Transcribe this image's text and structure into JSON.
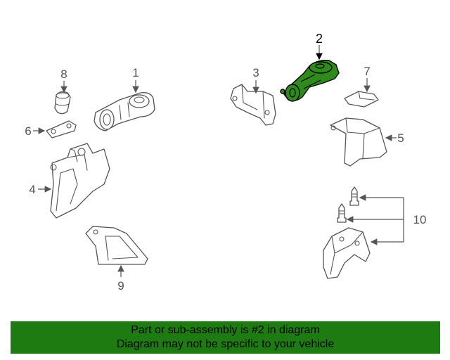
{
  "labels": {
    "p1": "1",
    "p2": "2",
    "p3": "3",
    "p4": "4",
    "p5": "5",
    "p6": "6",
    "p7": "7",
    "p8": "8",
    "p9": "9",
    "p10": "10"
  },
  "banner": {
    "line1": "Part or sub-assembly is #2 in diagram",
    "line2": "Diagram may not be specific to your vehicle"
  },
  "colors": {
    "highlight": "#2f8a1c",
    "banner": "#1e7b12"
  }
}
